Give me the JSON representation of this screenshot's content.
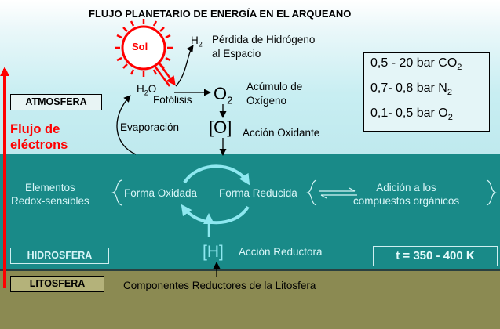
{
  "title": "FLUJO PLANETARIO DE ENERGÍA EN EL ARQUEANO",
  "sun": {
    "label": "Sol"
  },
  "h2": {
    "base": "H",
    "sub": "2"
  },
  "hydrogen_loss": {
    "line1": "Pérdida de Hidrógeno",
    "line2": "al Espacio"
  },
  "water": {
    "base": "H",
    "sub": "2",
    "tail": "O"
  },
  "photolysis": "Fotólisis",
  "o2": {
    "base": "O",
    "sub": "2"
  },
  "oxygen_accumulation": {
    "line1": "Acúmulo de",
    "line2": "Oxígeno"
  },
  "oxidant": {
    "symbol": "[O]",
    "label": "Acción Oxidante"
  },
  "evaporation": "Evaporación",
  "composition": {
    "co2": {
      "value": "0,5 - 20  bar CO",
      "sub": "2"
    },
    "n2": {
      "value": "0,7- 0,8  bar N",
      "sub": "2"
    },
    "o2": {
      "value": "0,1- 0,5  bar O",
      "sub": "2"
    }
  },
  "spheres": {
    "atmosphere": "ATMOSFERA",
    "hydrosphere": "HIDROSFERA",
    "lithosphere": "LITOSFERA"
  },
  "electron_flow": {
    "line1": "Flujo de",
    "line2": "eléctrons"
  },
  "redox_elements": {
    "line1": "Elementos",
    "line2": "Redox-sensibles"
  },
  "oxidized_form": "Forma Oxidada",
  "reduced_form": "Forma Reducida",
  "organic_addition": {
    "line1": "Adición a los",
    "line2": "compuestos orgánicos"
  },
  "reductant": {
    "symbol": "[H]",
    "label": "Acción Reductora"
  },
  "temperature": "t = 350 - 400 K",
  "lithosphere_reductants": "Componentes Reductores de la Litosfera",
  "colors": {
    "electron_flow": "#ff0000",
    "sun": "#ff0000",
    "sea": "#198a88",
    "ground": "#8b8a52",
    "sea_arrows": "#8ee8f0"
  }
}
